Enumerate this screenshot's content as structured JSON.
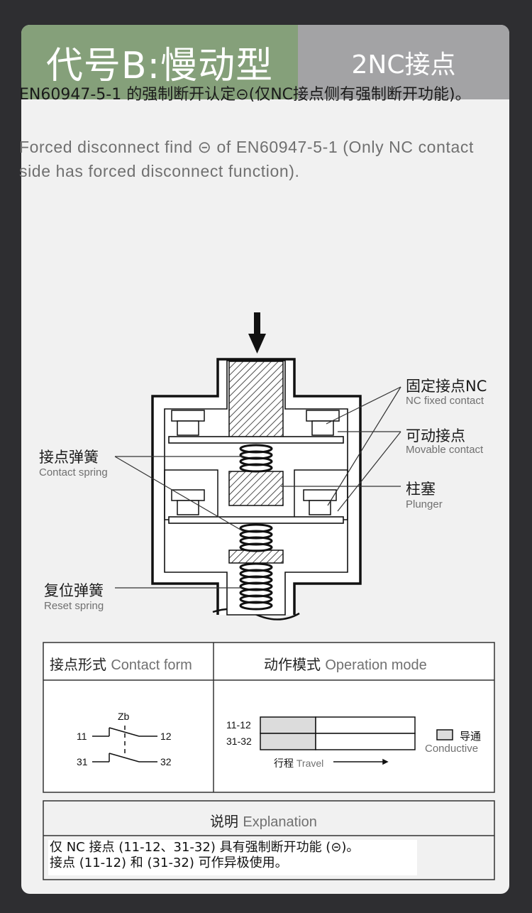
{
  "header": {
    "title": "代号B:慢动型",
    "subtitle": "2NC接点"
  },
  "description": {
    "cn": "EN60947-5-1 的强制断开认定⊝(仅NC接点侧有强制断开功能)。",
    "en": "Forced disconnect find ⊝ of EN60947-5-1 (Only NC contact side has forced disconnect function)."
  },
  "diagram_labels": {
    "nc_fixed_cn": "固定接点NC",
    "nc_fixed_en": "NC fixed contact",
    "movable_cn": "可动接点",
    "movable_en": "Movable contact",
    "plunger_cn": "柱塞",
    "plunger_en": "Plunger",
    "contact_spring_cn": "接点弹簧",
    "contact_spring_en": "Contact spring",
    "reset_spring_cn": "复位弹簧",
    "reset_spring_en": "Reset spring"
  },
  "table": {
    "col1_header_cn": "接点形式",
    "col1_header_en": "Contact form",
    "col2_header_cn": "动作模式",
    "col2_header_en": "Operation mode",
    "contact_form": {
      "zb": "Zb",
      "t11": "11",
      "t12": "12",
      "t31": "31",
      "t32": "32"
    },
    "operation": {
      "row1": "11-12",
      "row2": "31-32",
      "travel_cn": "行程",
      "travel_en": "Travel",
      "legend_cn": "导通",
      "legend_en": "Conductive"
    }
  },
  "explanation": {
    "header_cn": "说明",
    "header_en": "Explanation",
    "line1": "仅 NC 接点 (11-12、31-32) 具有强制断开功能 (⊝)。",
    "line2": "接点 (11-12) 和 (31-32) 可作异极使用。"
  },
  "colors": {
    "background": "#2e2e31",
    "card": "#f1f1f1",
    "header_green": "#85a07a",
    "header_gray": "#a3a3a5",
    "conductive": "#dcdcdc"
  }
}
